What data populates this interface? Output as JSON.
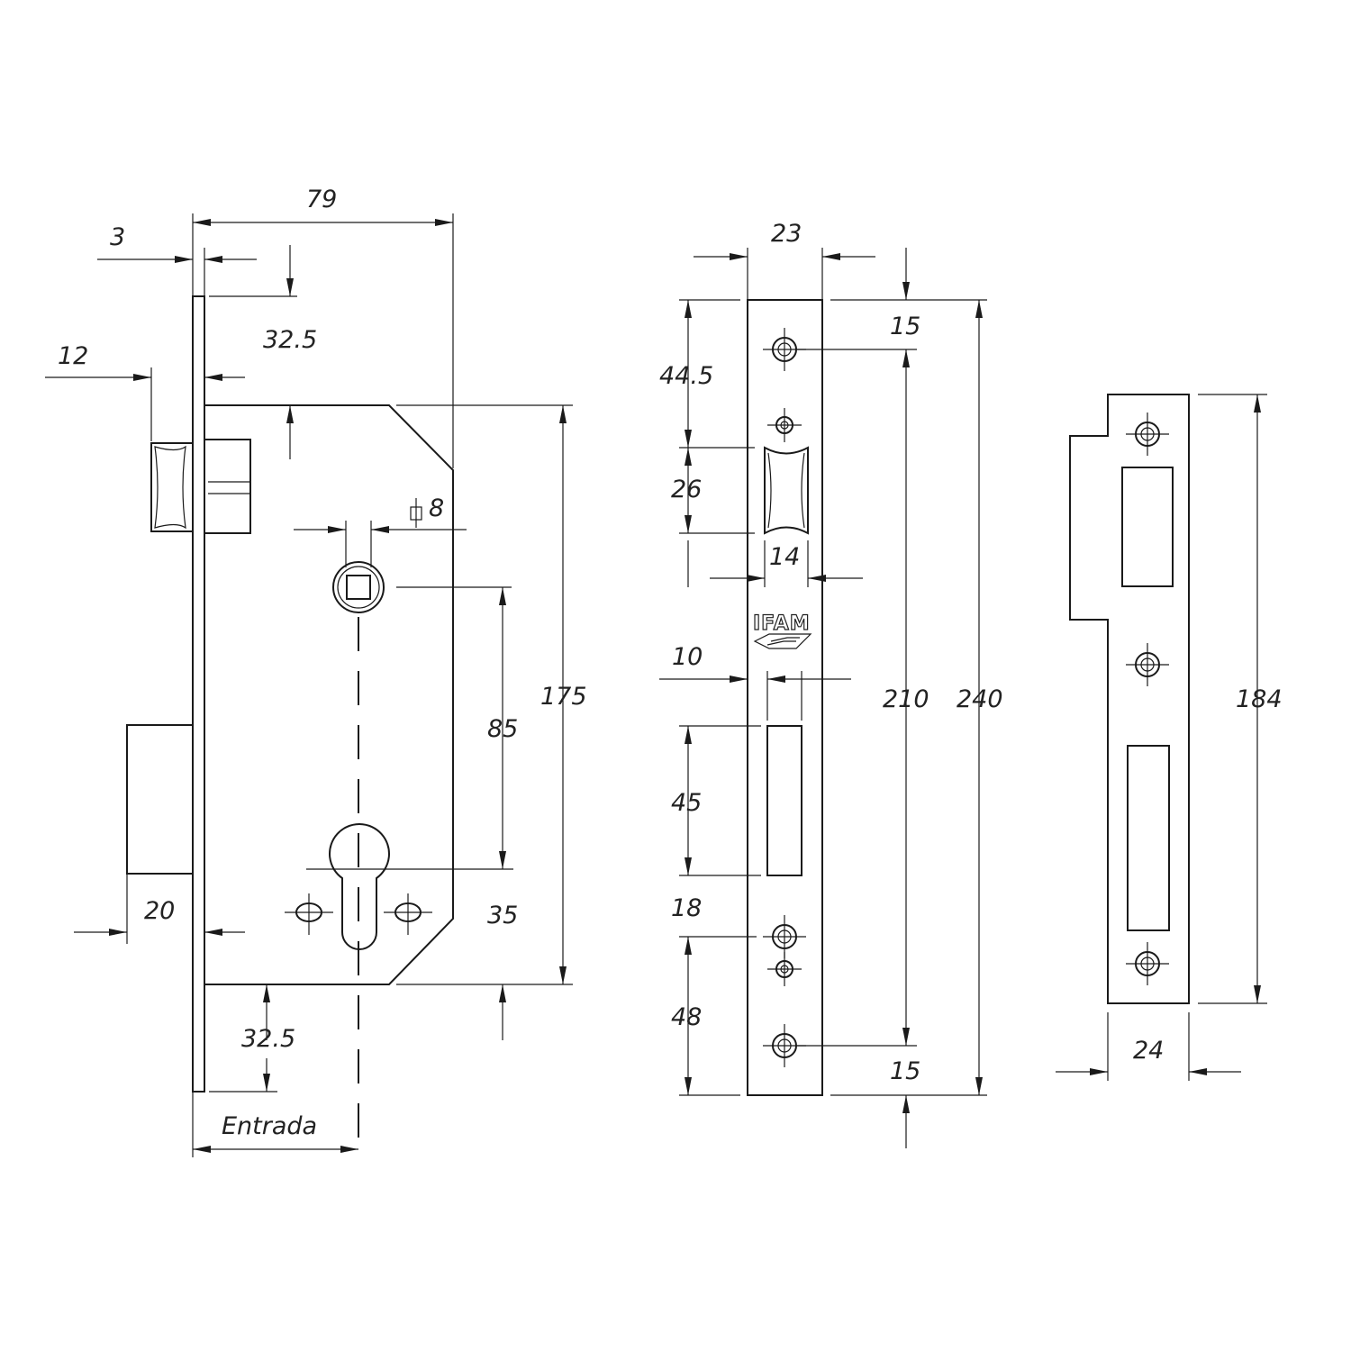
{
  "lock_body": {
    "dims": {
      "width": "79",
      "faceplate_thickness": "3",
      "latch_offset": "12",
      "top_offset": "32.5",
      "spindle_size": "8",
      "centre_distance": "85",
      "body_height": "175",
      "cylinder_bottom": "35",
      "deadbolt_throw": "20",
      "bottom_offset": "32.5",
      "entrada": "Entrada"
    }
  },
  "faceplate": {
    "brand": "IFAM",
    "dims": {
      "width": "23",
      "top_screw": "15",
      "top_to_latch": "44.5",
      "latch_height": "26",
      "latch_width": "14",
      "bolt_width": "10",
      "bolt_height": "45",
      "bolt_to_screw": "18",
      "screw_to_bottom": "48",
      "screw_spacing": "210",
      "total_height": "240",
      "bottom_screw": "15"
    }
  },
  "strike_plate": {
    "dims": {
      "height": "184",
      "width": "24"
    }
  }
}
